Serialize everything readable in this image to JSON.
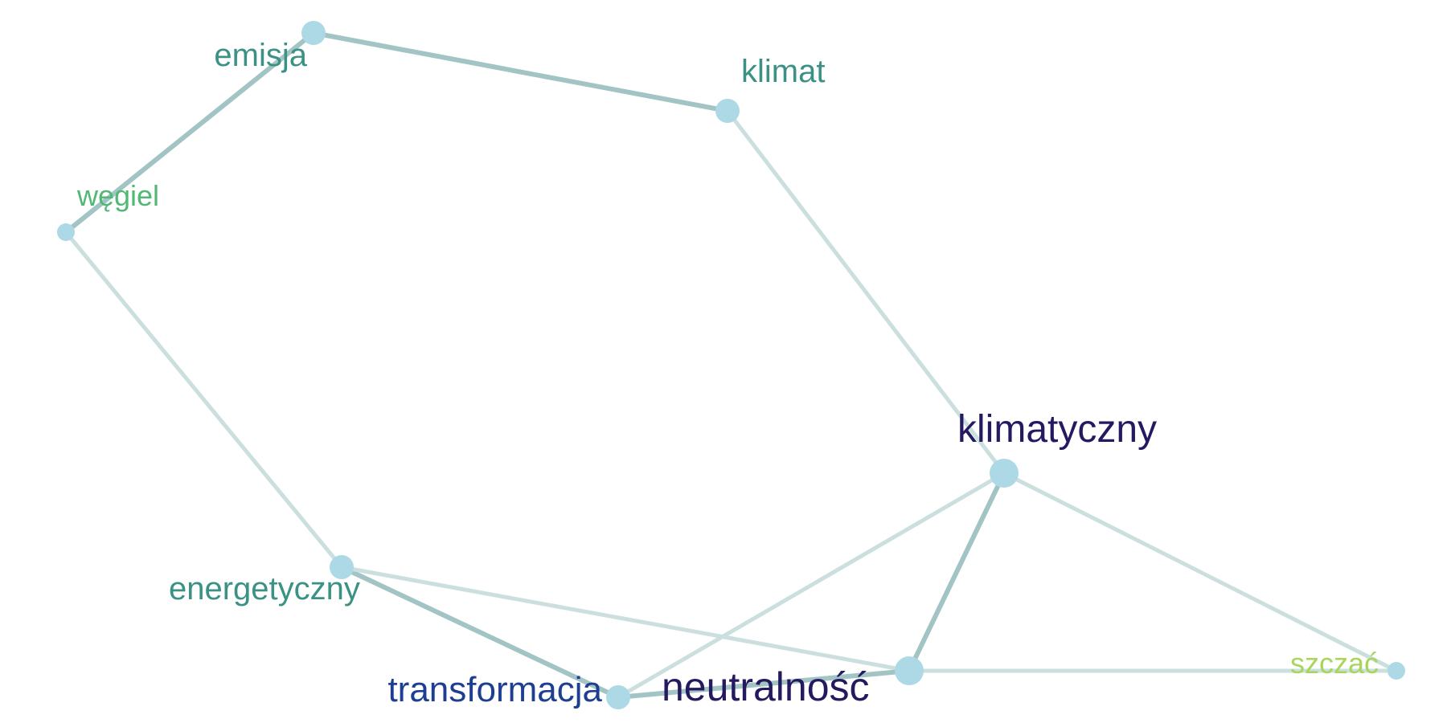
{
  "colors": {
    "node_fill": "#add8e6",
    "edge_strong": "#a3c4c4",
    "edge_weak": "#cbdfdf"
  },
  "nodes": [
    {
      "id": "emisja",
      "label": "emisja",
      "color": "#3a9184",
      "size": "medium"
    },
    {
      "id": "klimat",
      "label": "klimat",
      "color": "#3a9184",
      "size": "medium"
    },
    {
      "id": "wegiel",
      "label": "węgiel",
      "color": "#52b876",
      "size": "small"
    },
    {
      "id": "klimatyczny",
      "label": "klimatyczny",
      "color": "#241a60",
      "size": "large"
    },
    {
      "id": "energetyczny",
      "label": "energetyczny",
      "color": "#3a9184",
      "size": "medium"
    },
    {
      "id": "neutralnosc",
      "label": "neutralność",
      "color": "#241a60",
      "size": "large"
    },
    {
      "id": "transformacja",
      "label": "transformacja",
      "color": "#1e3f91",
      "size": "medium"
    },
    {
      "id": "szczac",
      "label": "szczać",
      "color": "#a8d55a",
      "size": "small"
    }
  ],
  "edges": [
    {
      "source": "emisja",
      "target": "klimat",
      "weight": "strong"
    },
    {
      "source": "emisja",
      "target": "wegiel",
      "weight": "strong"
    },
    {
      "source": "wegiel",
      "target": "energetyczny",
      "weight": "weak"
    },
    {
      "source": "klimat",
      "target": "klimatyczny",
      "weight": "weak"
    },
    {
      "source": "energetyczny",
      "target": "transformacja",
      "weight": "strong"
    },
    {
      "source": "energetyczny",
      "target": "neutralnosc",
      "weight": "weak"
    },
    {
      "source": "transformacja",
      "target": "neutralnosc",
      "weight": "strong"
    },
    {
      "source": "transformacja",
      "target": "klimatyczny",
      "weight": "weak"
    },
    {
      "source": "klimatyczny",
      "target": "neutralnosc",
      "weight": "strong"
    },
    {
      "source": "klimatyczny",
      "target": "szczac",
      "weight": "weak"
    },
    {
      "source": "neutralnosc",
      "target": "szczac",
      "weight": "weak"
    }
  ]
}
